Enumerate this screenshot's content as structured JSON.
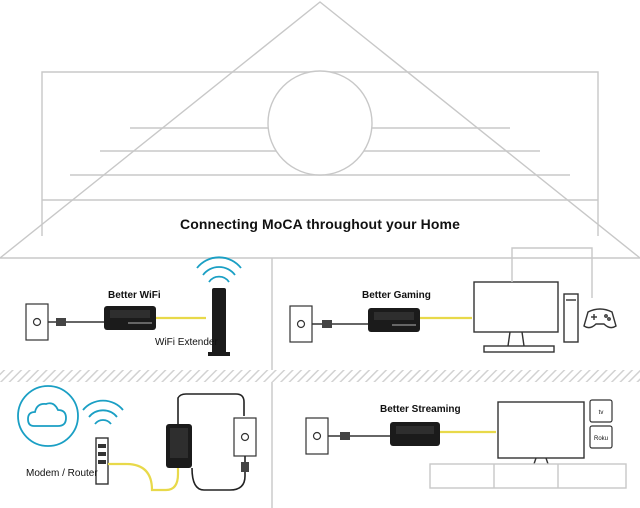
{
  "title": "Connecting MoCA throughout your Home",
  "rooms": {
    "wifi": {
      "heading": "Better WiFi",
      "device_label": "WiFi Extender"
    },
    "gaming": {
      "heading": "Better Gaming"
    },
    "router": {
      "device_label": "Modem / Router"
    },
    "streaming": {
      "heading": "Better Streaming",
      "box_labels": [
        "tv",
        "Roku"
      ]
    }
  },
  "colors": {
    "line": "#c8c8c8",
    "cable": "#e8d94a",
    "coax": "#222222",
    "adapter": "#1b1b1b",
    "cloud": "#1a9fc4"
  }
}
